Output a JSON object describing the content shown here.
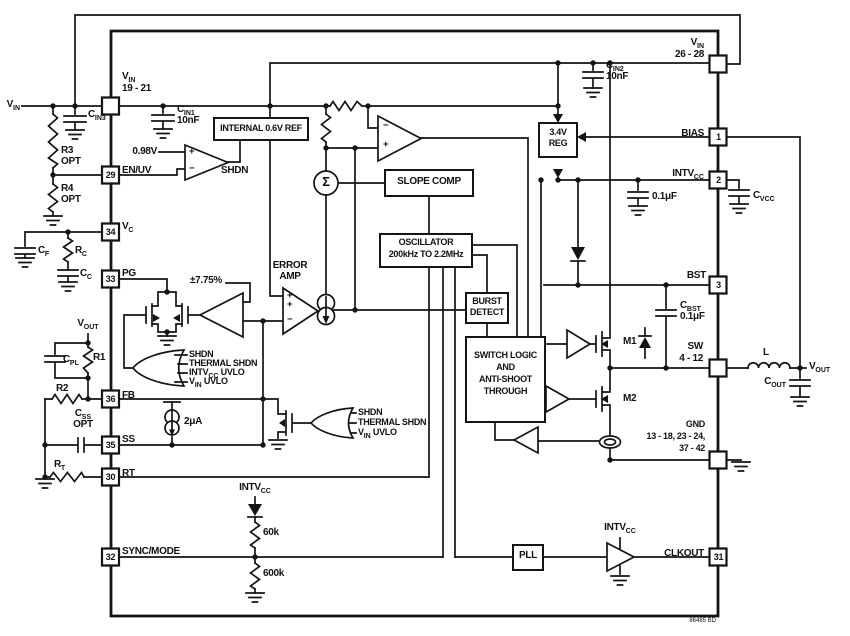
{
  "title": "Switching regulator block diagram",
  "colors": {
    "line": "#141414",
    "background": "#ffffff"
  },
  "labels": {
    "vin_ext": "V~IN~",
    "pin_vin_left_name": "V~IN~",
    "pin_vin_left_range": "19 - 21",
    "cin3": "C~IN3~",
    "cin1": "C~IN1~",
    "cin1_val": "10nF",
    "r3": "R3",
    "r3_opt": "OPT",
    "r4": "R4",
    "r4_opt": "OPT",
    "ref_box": "INTERNAL 0.6V REF",
    "v098": "0.98V",
    "plus": "+",
    "minus": "−",
    "shdn_out": "SHDN",
    "en_uv": "EN/UV",
    "vc": "V~C~",
    "cf": "C~F~",
    "rc": "R~C~",
    "cc": "C~C~",
    "pg": "PG",
    "tol": "±7.75%",
    "error1": "ERROR",
    "error2": "AMP",
    "vout_left": "V~OUT~",
    "cpl": "C~PL~",
    "r1": "R1",
    "r2": "R2",
    "fb": "FB",
    "or1_in1": "SHDN",
    "or1_in2": "THERMAL SHDN",
    "or1_in3": "INTV~CC~ UVLO",
    "or1_in4": "V~IN~ UVLO",
    "css": "C~SS~",
    "css_opt": "OPT",
    "ss": "SS",
    "i2ua": "2μA",
    "or2_in1": "SHDN",
    "or2_in2": "THERMAL SHDN",
    "or2_in3": "V~IN~ UVLO",
    "rt_res": "R~T~",
    "rt": "RT",
    "sync_mode": "SYNC/MODE",
    "intvcc_div": "INTV~CC~",
    "r60k": "60k",
    "r600k": "600k",
    "sigma": "Σ",
    "slope_comp": "SLOPE COMP",
    "osc1": "OSCILLATOR",
    "osc2": "200kHz TO 2.2MHz",
    "burst1": "BURST",
    "burst2": "DETECT",
    "sl1": "SWITCH LOGIC",
    "sl2": "AND",
    "sl3": "ANTI-SHOOT",
    "sl4": "THROUGH",
    "pll": "PLL",
    "intvcc_buf": "INTV~CC~",
    "clkout": "CLKOUT",
    "pin_vin_right_name": "V~IN~",
    "pin_vin_right_range": "26 - 28",
    "cin2": "C~IN2~",
    "cin2_val": "10nF",
    "reg1": "3.4V",
    "reg2": "REG",
    "bias": "BIAS",
    "intvcc_pin": "INTV~CC~",
    "c01uf": "0.1μF",
    "cvcc": "C~VCC~",
    "bst": "BST",
    "cbst": "C~BST~",
    "cbst_val": "0.1μF",
    "m1": "M1",
    "m2": "M2",
    "sw": "SW",
    "sw_range": "4 - 12",
    "l": "L",
    "cout": "C~OUT~",
    "vout_right": "V~OUT~",
    "gnd": "GND",
    "gnd_r1": "13 - 18, 23 - 24,",
    "gnd_r2": "37 - 42",
    "watermark": "86485 BD"
  },
  "pins": {
    "p29": "29",
    "p34": "34",
    "p33": "33",
    "p36": "36",
    "p35": "35",
    "p30": "30",
    "p32": "32",
    "p1": "1",
    "p2": "2",
    "p3": "3",
    "p31": "31"
  }
}
